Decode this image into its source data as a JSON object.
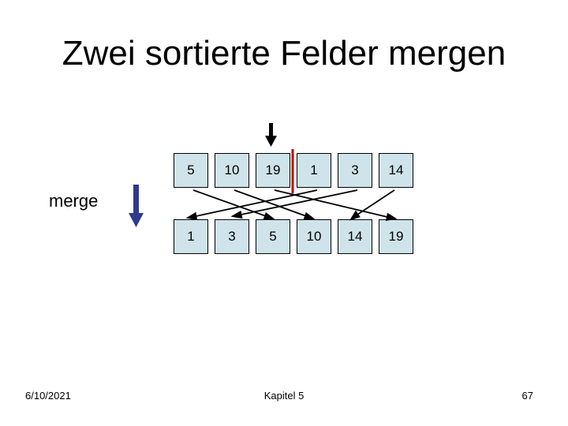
{
  "slide": {
    "title": "Zwei sortierte Felder mergen",
    "side_label": "merge",
    "footer_date": "6/10/2021",
    "footer_center": "Kapitel 5",
    "footer_page": "67"
  },
  "colors": {
    "cell_fill": "#cfe4ea",
    "divider": "#c00000",
    "merge_arrow": "#2e3a8c",
    "pointer_arrow": "#000000",
    "connector": "#000000"
  },
  "arrays": {
    "input": [
      "5",
      "10",
      "19",
      "1",
      "3",
      "14"
    ],
    "output": [
      "1",
      "3",
      "5",
      "10",
      "14",
      "19"
    ]
  }
}
